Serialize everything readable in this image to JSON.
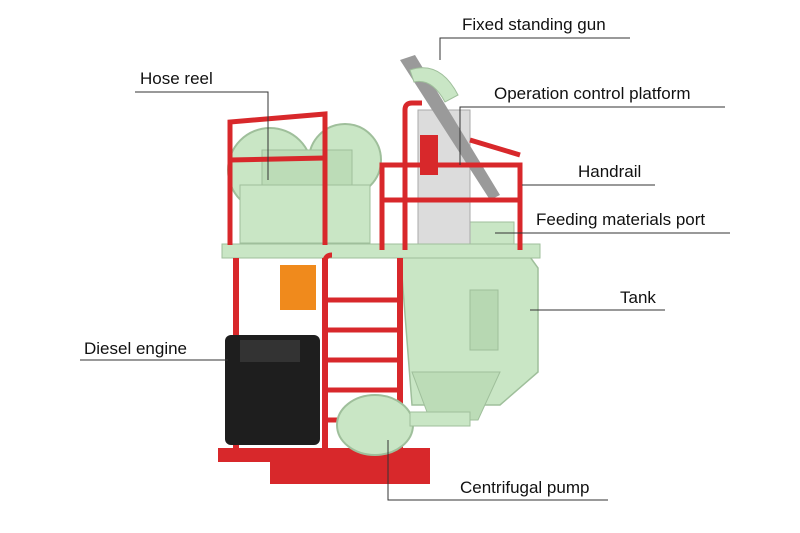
{
  "labels": {
    "fixed_standing_gun": "Fixed standing gun",
    "hose_reel": "Hose reel",
    "operation_control_platform": "Operation control platform",
    "handrail": "Handrail",
    "feeding_materials_port": "Feeding materials port",
    "tank": "Tank",
    "diesel_engine": "Diesel engine",
    "centrifugal_pump": "Centrifugal pump"
  },
  "colors": {
    "machine_body": "#c9e6c5",
    "rail_red": "#d8282b",
    "engine_black": "#1e1e1e",
    "leader_line": "#333333"
  }
}
